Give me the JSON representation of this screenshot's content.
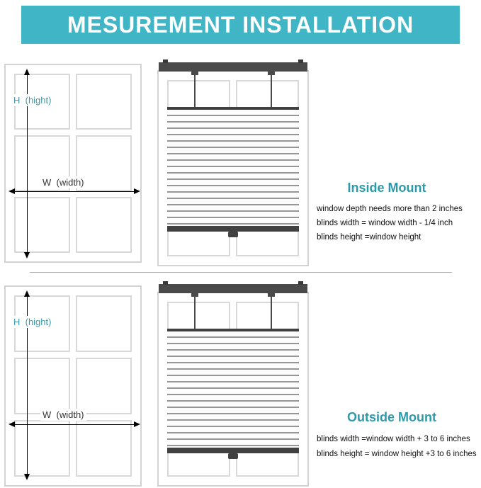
{
  "header": {
    "title": "MESUREMENT INSTALLATION"
  },
  "labels": {
    "height": "H  (hight)",
    "width": "W  (width)"
  },
  "inside_mount": {
    "heading": "Inside Mount",
    "notes": [
      "window depth needs more than 2 inches",
      "blinds width = window width - 1/4 inch",
      "blinds height =window height"
    ]
  },
  "outside_mount": {
    "heading": "Outside Mount",
    "notes": [
      "blinds width =window width + 3 to 6 inches",
      "blinds height = window height +3 to 6 inches"
    ]
  },
  "colors": {
    "banner_teal": "#40b5c6",
    "heading_teal": "#2d9aaa",
    "rail_dark": "#4a4a4a"
  }
}
